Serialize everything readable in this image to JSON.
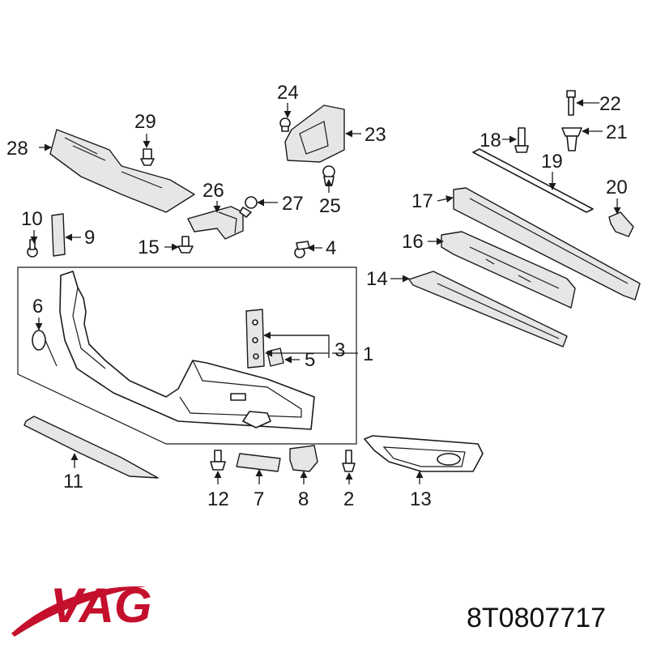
{
  "diagram": {
    "callouts": [
      "1",
      "2",
      "3",
      "4",
      "5",
      "6",
      "7",
      "8",
      "9",
      "10",
      "11",
      "12",
      "13",
      "14",
      "15",
      "16",
      "17",
      "18",
      "19",
      "20",
      "21",
      "22",
      "23",
      "24",
      "25",
      "26",
      "27",
      "28",
      "29"
    ]
  },
  "brand": {
    "name": "VAG",
    "color": "#c4102c"
  },
  "part_number": "8T0807717"
}
